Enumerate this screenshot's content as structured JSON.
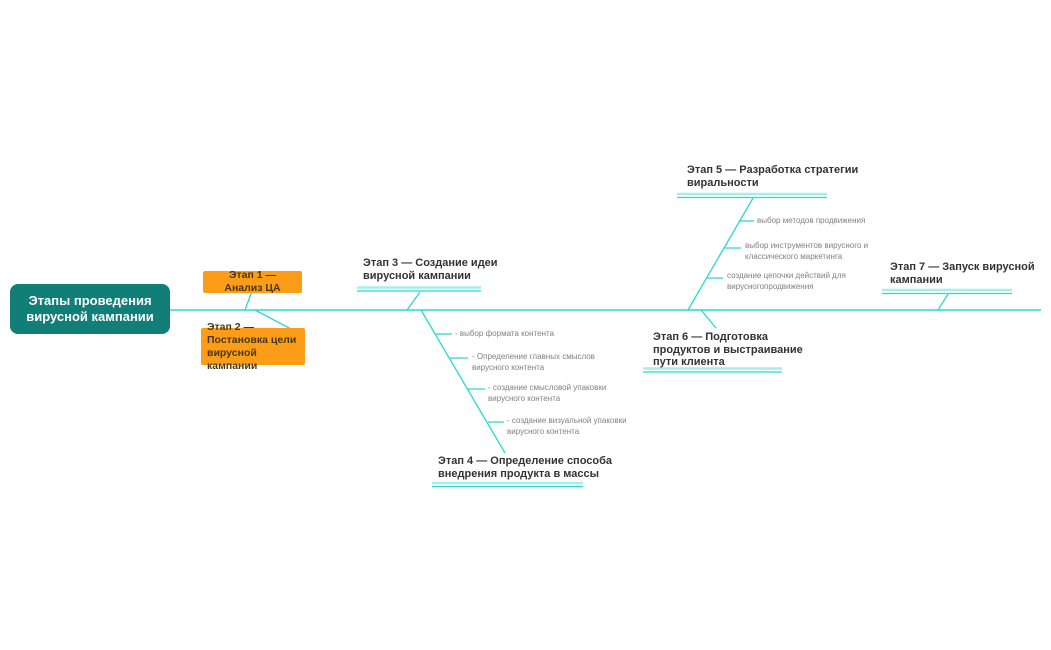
{
  "colors": {
    "root_fill": "#117E78",
    "root_text": "#FFFFFF",
    "stage_box_fill": "#FD9C17",
    "stage_box_text": "#453813",
    "connector_line": "#2BD9CF",
    "underline_light": "#A9ECE8",
    "stage_label_text": "#333333",
    "subtopic_text": "#818181",
    "background": "#FFFFFF"
  },
  "root": {
    "label": "Этапы проведения\nвирусной кампании"
  },
  "stages": [
    {
      "id": 1,
      "label": "Этап 1 — Анализ ЦА"
    },
    {
      "id": 2,
      "label": "Этап 2 — Постановка цели\nвирусной кампании"
    },
    {
      "id": 3,
      "label": "Этап 3 — Создание идеи\nвирусной кампании",
      "subtopics": [
        {
          "label": "- выбор формата контента"
        },
        {
          "label": "- Определение главных смыслов\nвирусного контента"
        },
        {
          "label": "- создание смысловой упаковки\nвирусного контента"
        },
        {
          "label": "- создание визуальной упаковки\nвирусного контента"
        }
      ]
    },
    {
      "id": 4,
      "label": "Этап 4 — Определение способа\nвнедрения продукта в массы"
    },
    {
      "id": 5,
      "label": "Этап 5 — Разработка стратегии\nвиральности",
      "subtopics": [
        {
          "label": "выбор методов продвижения"
        },
        {
          "label": "выбор инструментов вирусного и\nклассического маркетинга"
        },
        {
          "label": "создание цепочки действий для\nвирусногопродвижения"
        }
      ]
    },
    {
      "id": 6,
      "label": "Этап 6 — Подготовка\nпродуктов и выстраивание\nпути клиента"
    },
    {
      "id": 7,
      "label": "Этап 7 — Запуск вирусной\nкампании"
    }
  ]
}
